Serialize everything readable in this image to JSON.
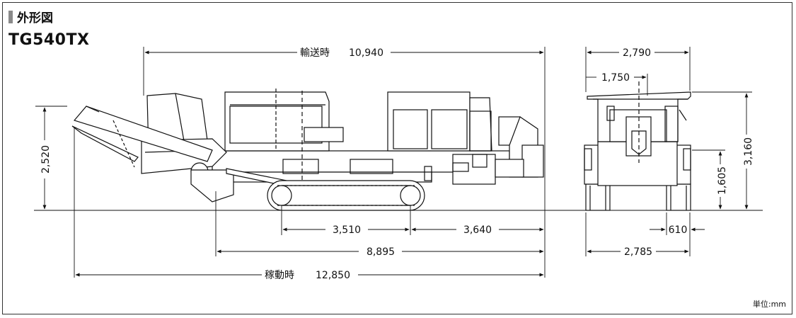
{
  "header": {
    "section_title": "外形図",
    "model": "TG540TX"
  },
  "unit_note": "単位:mm",
  "dimensions": {
    "transport_length": {
      "label": "輸送時",
      "value": "10,940"
    },
    "height": "2,520",
    "track_rear": "3,510",
    "track_front": "3,640",
    "body_length": "8,895",
    "working_length": {
      "label": "稼動時",
      "value": "12,850"
    },
    "front_width": "2,790",
    "front_inner_width": "1,750",
    "front_height": "3,160",
    "front_mid_height": "1,605",
    "track_width": "610",
    "base_width": "2,785"
  }
}
